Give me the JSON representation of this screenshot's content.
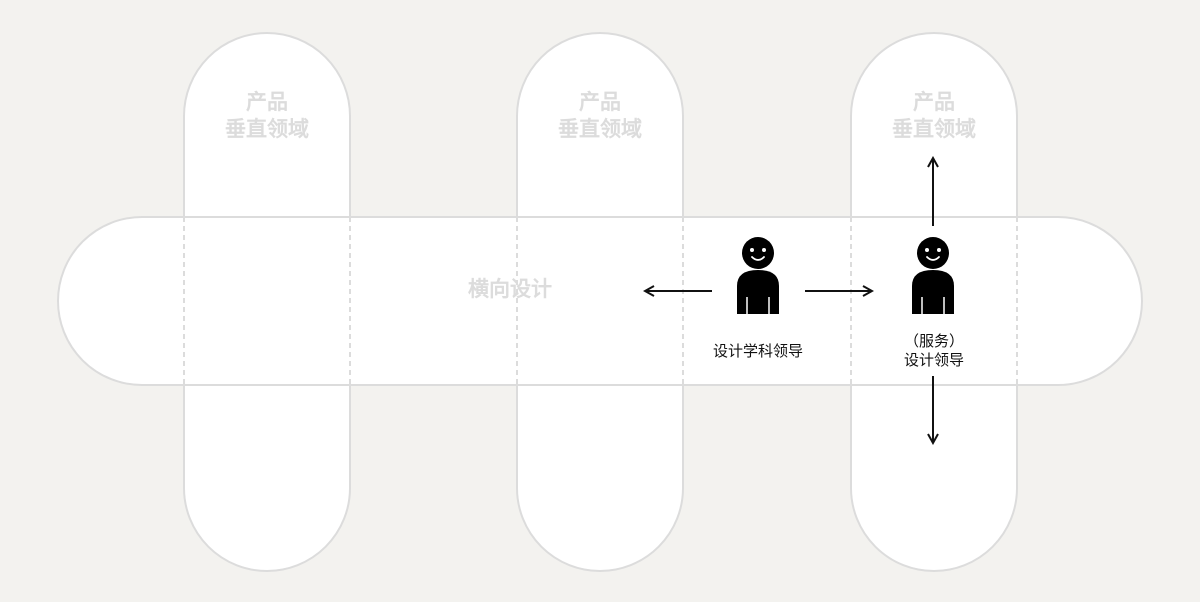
{
  "vertical_domains": [
    {
      "line1": "产品",
      "line2": "垂直领域"
    },
    {
      "line1": "产品",
      "line2": "垂直领域"
    },
    {
      "line1": "产品",
      "line2": "垂直领域"
    }
  ],
  "horizontal_band": {
    "label": "横向设计"
  },
  "people": [
    {
      "role": "设计学科领导",
      "line1": "",
      "line2": ""
    },
    {
      "role": "",
      "line1": "（服务）",
      "line2": "设计领导"
    }
  ],
  "colors": {
    "background": "#f3f2ef",
    "shape_fill": "#ffffff",
    "shape_stroke": "#dcdcdc",
    "label_gray": "#dcdcdc",
    "ink": "#111111"
  }
}
